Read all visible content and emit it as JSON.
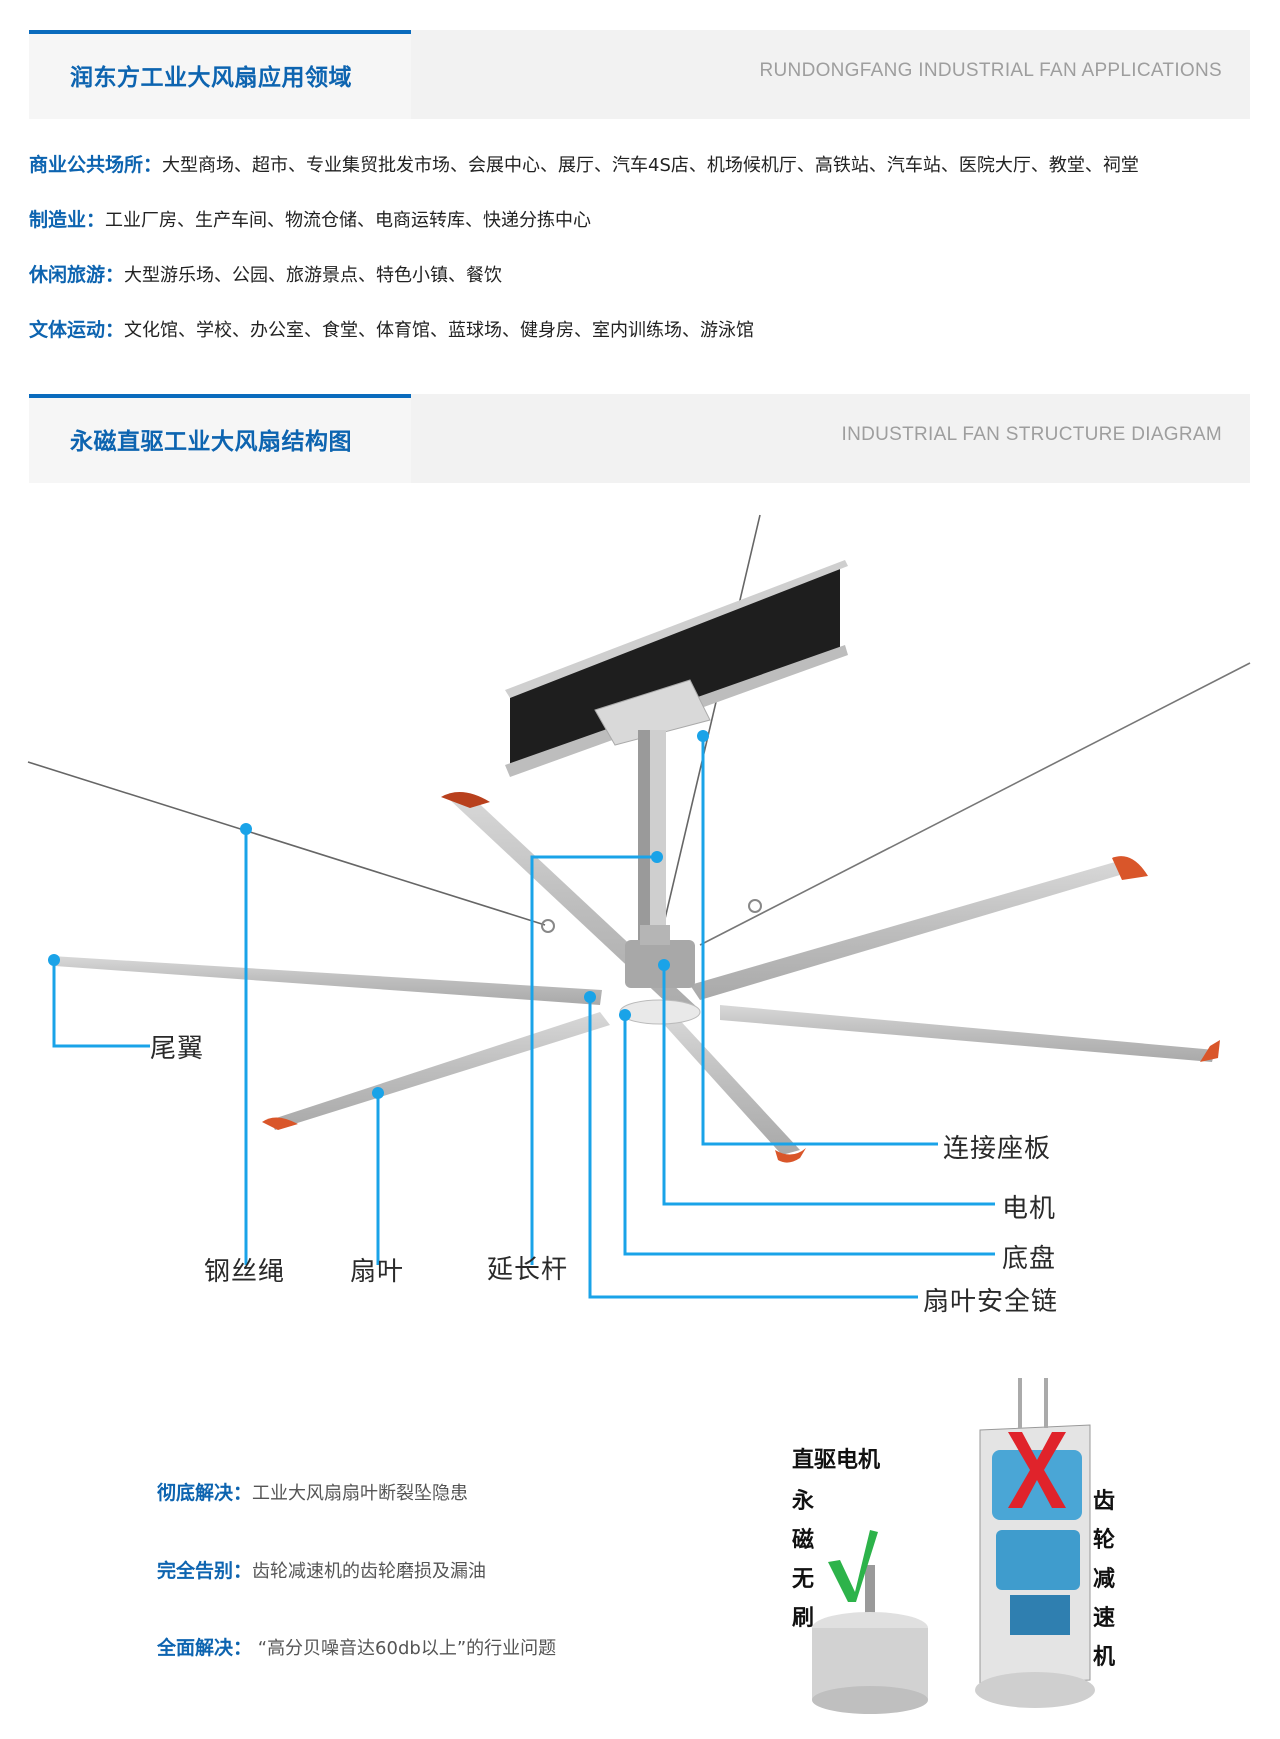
{
  "section1": {
    "title": "润东方工业大风扇应用领域",
    "subtitle_en": "RUNDONGFANG INDUSTRIAL FAN APPLICATIONS",
    "rows": [
      {
        "label": "商业公共场所：",
        "text": "大型商场、超市、专业集贸批发市场、会展中心、展厅、汽车4S店、机场候机厅、高铁站、汽车站、医院大厅、教堂、祠堂"
      },
      {
        "label": "制造业：",
        "text": "工业厂房、生产车间、物流仓储、电商运转库、快递分拣中心"
      },
      {
        "label": "休闲旅游：",
        "text": "大型游乐场、公园、旅游景点、特色小镇、餐饮"
      },
      {
        "label": "文体运动：",
        "text": "文化馆、学校、办公室、食堂、体育馆、蓝球场、健身房、室内训练场、游泳馆"
      }
    ]
  },
  "section2": {
    "title": "永磁直驱工业大风扇结构图",
    "subtitle_en": "INDUSTRIAL FAN STRUCTURE DIAGRAM",
    "callouts": {
      "tail_wing": "尾翼",
      "steel_cable": "钢丝绳",
      "blade": "扇叶",
      "extension_rod": "延长杆",
      "mount_plate": "连接座板",
      "motor": "电机",
      "chassis": "底盘",
      "safety_chain": "扇叶安全链"
    },
    "accent_color": "#1aa3e8"
  },
  "solutions": {
    "rows": [
      {
        "label": "彻底解决：",
        "text": "工业大风扇扇叶断裂坠隐患"
      },
      {
        "label": "完全告别：",
        "text": "齿轮减速机的齿轮磨损及漏油"
      },
      {
        "label": "全面解决：",
        "text": " “高分贝噪音达60db以上”的行业问题"
      }
    ],
    "direct_motor": {
      "title": "直驱电机",
      "vertical": "永磁无刷",
      "mark": "√",
      "mark_color": "#2db34a"
    },
    "gear_motor": {
      "vertical": "齿轮减速机",
      "mark": "X",
      "mark_color": "#e0232b"
    }
  }
}
